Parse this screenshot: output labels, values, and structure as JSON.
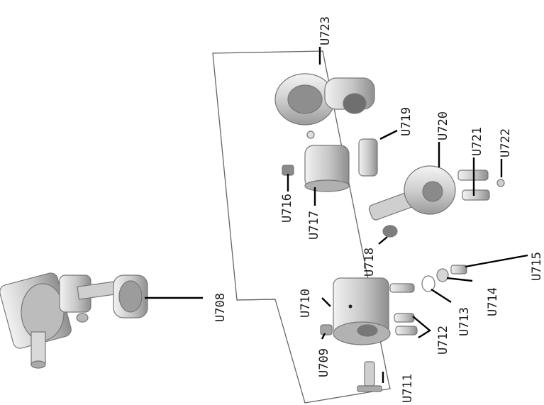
{
  "diagram": {
    "type": "exploded-parts-view",
    "labels": {
      "u708": "U708",
      "u709": "U709",
      "u710": "U710",
      "u711": "U711",
      "u712": "U712",
      "u713": "U713",
      "u714": "U714",
      "u715": "U715",
      "u716": "U716",
      "u717": "U717",
      "u718": "U718",
      "u719": "U719",
      "u720": "U720",
      "u721": "U721",
      "u722": "U722",
      "u723": "U723"
    },
    "colors": {
      "ink": "#1a1a1a",
      "leader": "#000000",
      "frame": "#666666",
      "metal_light": "#e6e6e6",
      "metal_mid": "#bdbdbd",
      "metal_dark": "#8a8a8a"
    }
  }
}
